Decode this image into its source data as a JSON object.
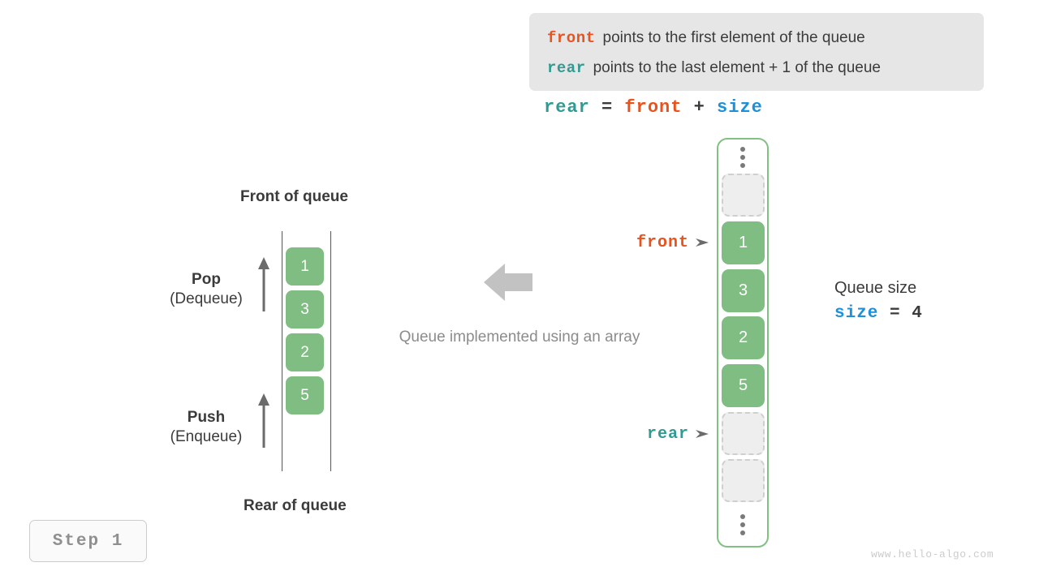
{
  "legend": {
    "lines": [
      {
        "keyword": "front",
        "keyword_color": "#e8521e",
        "description": "points to the first element of the queue"
      },
      {
        "keyword": "rear",
        "keyword_color": "#309b92",
        "description": "points to the last element + 1 of the queue"
      }
    ],
    "background": "#e6e6e6"
  },
  "formula": {
    "lhs": "rear",
    "eq": " = ",
    "rhs1": "front",
    "plus": " + ",
    "rhs2": "size"
  },
  "queue_diagram": {
    "front_label": "Front of queue",
    "rear_label": "Rear of queue",
    "cells": [
      "1",
      "3",
      "2",
      "5"
    ],
    "cell_color": "#80bd82",
    "operations": [
      {
        "name": "Pop",
        "sub": "(Dequeue)"
      },
      {
        "name": "Push",
        "sub": "(Enqueue)"
      }
    ]
  },
  "center": {
    "caption": "Queue implemented using an array",
    "arrow_direction": "left",
    "arrow_color": "#c2c2c2"
  },
  "array": {
    "border_color": "#82c182",
    "slots": [
      {
        "type": "dots",
        "value": ""
      },
      {
        "type": "empty",
        "value": ""
      },
      {
        "type": "filled",
        "value": "1"
      },
      {
        "type": "filled",
        "value": "3"
      },
      {
        "type": "filled",
        "value": "2"
      },
      {
        "type": "filled",
        "value": "5"
      },
      {
        "type": "empty",
        "value": ""
      },
      {
        "type": "empty",
        "value": ""
      },
      {
        "type": "dots",
        "value": ""
      }
    ],
    "pointers": [
      {
        "label": "front",
        "color": "#e8521e",
        "target_index": 2
      },
      {
        "label": "rear",
        "color": "#309b92",
        "target_index": 6
      }
    ]
  },
  "size_annotation": {
    "title": "Queue size",
    "var": "size",
    "var_color": "#1e90d8",
    "equals": " = ",
    "value": "4"
  },
  "step_badge": {
    "label": "Step 1"
  },
  "watermark": {
    "text": "www.hello-algo.com"
  }
}
